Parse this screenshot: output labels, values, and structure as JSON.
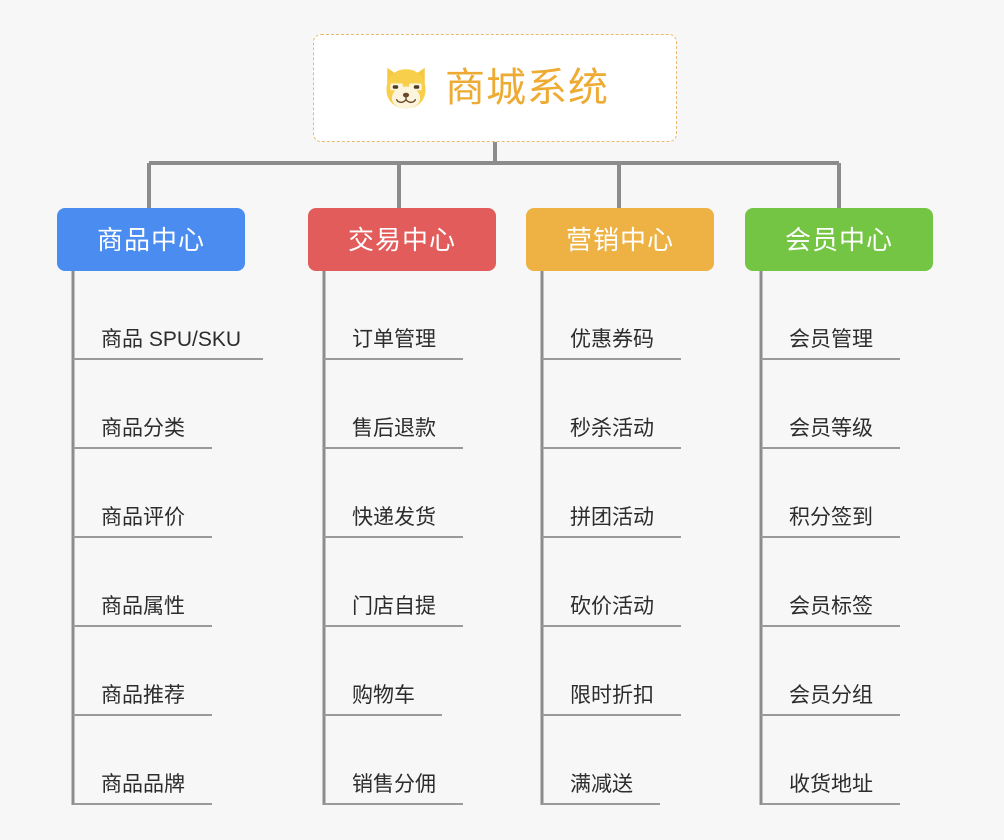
{
  "diagram": {
    "type": "org-chart",
    "background_color": "#f7f7f7",
    "connector_color": "#8c8c8c",
    "root": {
      "label": "商城系统",
      "icon": "shiba-dog-icon",
      "text_color": "#eeab33",
      "border_color": "#eab873",
      "background_color": "#ffffff"
    },
    "branches": [
      {
        "label": "商品中心",
        "color": "#4a8cf0",
        "items": [
          "商品 SPU/SKU",
          "商品分类",
          "商品评价",
          "商品属性",
          "商品推荐",
          "商品品牌"
        ]
      },
      {
        "label": "交易中心",
        "color": "#e25c5c",
        "items": [
          "订单管理",
          "售后退款",
          "快递发货",
          "门店自提",
          "购物车",
          "销售分佣"
        ]
      },
      {
        "label": "营销中心",
        "color": "#eeb143",
        "items": [
          "优惠券码",
          "秒杀活动",
          "拼团活动",
          "砍价活动",
          "限时折扣",
          "满减送"
        ]
      },
      {
        "label": "会员中心",
        "color": "#75c544",
        "items": [
          "会员管理",
          "会员等级",
          "积分签到",
          "会员标签",
          "会员分组",
          "收货地址"
        ]
      }
    ]
  }
}
